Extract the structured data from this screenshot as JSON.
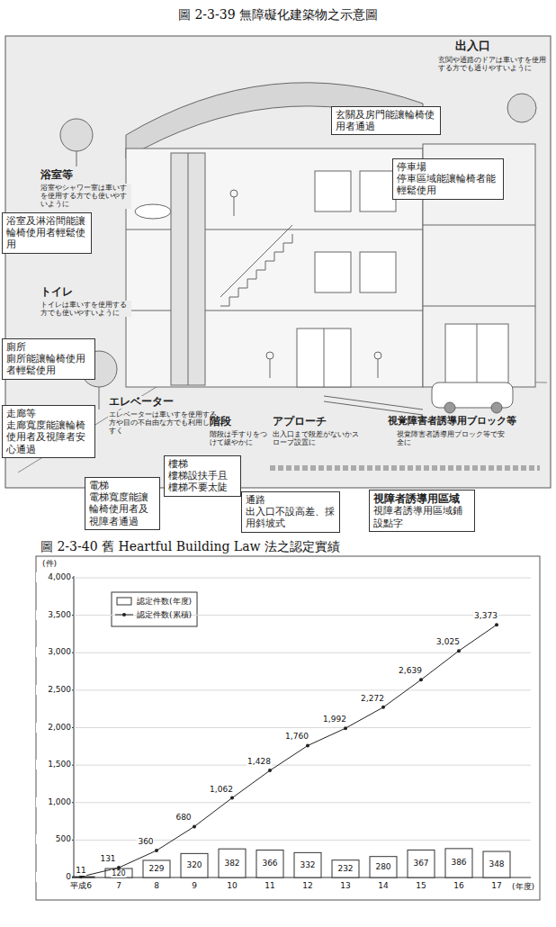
{
  "diagram": {
    "title": "圖 2-3-39 無障礙化建築物之示意圖",
    "caption": "圖 2-3-40 舊 Heartful Building Law 法之認定實績",
    "nodes": [
      {
        "text": [
          "玄關及房門能讓輪椅使用者通過"
        ]
      },
      {
        "text": [
          "停車場",
          "停車區域能讓輪椅者能輕鬆使用"
        ]
      },
      {
        "text": [
          "浴室及淋浴間能讓輪椅使用者輕鬆使用"
        ]
      },
      {
        "text": [
          "廁所",
          "廁所能讓輪椅使用者輕鬆使用"
        ]
      },
      {
        "text": [
          "走廊等",
          "走廊寬度能讓輪椅使用者及視障者安心通過"
        ]
      },
      {
        "text": [
          "樓梯",
          "樓梯設扶手且樓梯不要太陡"
        ]
      },
      {
        "text": [
          "電梯",
          "電梯寬度能讓輪椅使用者及視障者通過"
        ]
      },
      {
        "text": [
          "通路",
          "出入口不設高差、採用斜坡式"
        ]
      },
      {
        "text": [
          "視障者誘導用區域",
          "視障者誘導用區域鋪設點字"
        ]
      }
    ],
    "labels": [
      "出入口",
      "玄関や通路のドアは車いすを使用する方でも通りやすいように",
      "浴室等",
      "浴室やシャワー室は車いすを使用する方でも使いやすいように",
      "トイレ",
      "トイレは車いすを使用する方でも使いやすいように",
      "エレベーター",
      "エレベーターは車いすを使用する方や目の不自由な方でも利用しやすく",
      "階段",
      "階段は手すりをつけて緩やかに",
      "アプローチ",
      "出入口まで段差がないかスロープ設置に",
      "視覚障害者誘導用ブロック等",
      "視覚障害者誘導用ブロック等で安全に",
      "(件)",
      "4,000",
      "3,500",
      "3,000",
      "2,500",
      "2,000",
      "1,500",
      "1,000",
      "500",
      "0",
      "平成6",
      "7",
      "8",
      "9",
      "10",
      "11",
      "12",
      "13",
      "14",
      "15",
      "16",
      "17",
      "(年度)",
      "11",
      "120",
      "229",
      "320",
      "382",
      "366",
      "332",
      "232",
      "280",
      "367",
      "386",
      "348",
      "131",
      "360",
      "680",
      "1,062",
      "1,428",
      "1,760",
      "1,992",
      "2,272",
      "2,639",
      "3,025",
      "3,373"
    ],
    "legend": [
      {
        "text": "認定件数(年度)"
      },
      {
        "text": "認定件数(累積)"
      }
    ]
  }
}
